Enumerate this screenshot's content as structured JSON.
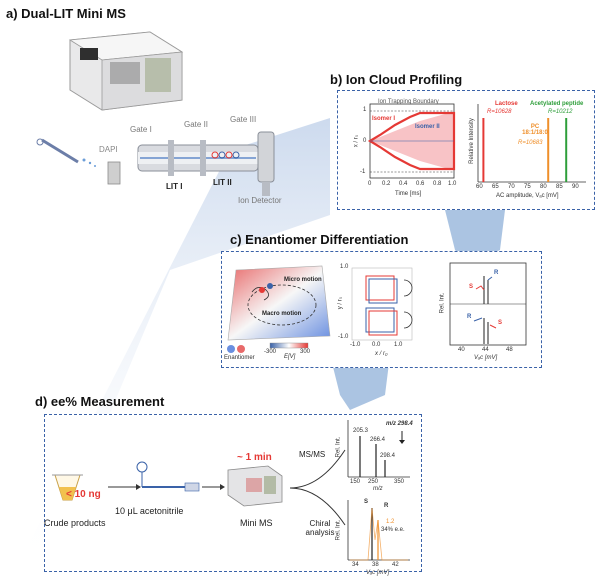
{
  "sections": {
    "a": {
      "title": "a) Dual-LIT Mini MS",
      "labels": {
        "dapi": "DAPI",
        "gate1": "Gate I",
        "gate2": "Gate II",
        "gate3": "Gate III",
        "lit1": "LIT I",
        "lit2": "LIT II",
        "detector": "Ion Detector"
      }
    },
    "b": {
      "title": "b) Ion Cloud Profiling",
      "left_plot": {
        "boundary_label": "Ion Trapping Boundary",
        "isomer1": "Isomer I",
        "isomer2": "Isomer II",
        "y_label": "x / r₀",
        "x_label": "Time [ms]",
        "x_ticks": [
          "0",
          "0.2",
          "0.4",
          "0.6",
          "0.8",
          "1.0"
        ],
        "y_ticks": [
          "1",
          "0",
          "-1"
        ]
      },
      "right_plot": {
        "y_label": "Relative Intensity",
        "x_label": "AC amplitude, Vₐc [mV]",
        "x_ticks": [
          "60",
          "65",
          "70",
          "75",
          "80",
          "85",
          "90"
        ],
        "peaks": [
          {
            "name": "Lactose",
            "r_label": "R=10628",
            "color": "#e53935",
            "x": 61.5
          },
          {
            "name": "PC 18:1/18:0",
            "r_label": "R=10683",
            "color": "#ef8f2a",
            "x": 79.5
          },
          {
            "name": "Acetylated peptide",
            "r_label": "R=10212",
            "color": "#2e9e3a",
            "x": 84.5
          }
        ]
      }
    },
    "c": {
      "title": "c) Enantiomer Differentiation",
      "motion_labels": {
        "micro": "Micro motion",
        "macro": "Macro motion",
        "enantiomer": "Enantiomer"
      },
      "colorbar": {
        "min": "-300",
        "max": "300",
        "unit": "E[V]"
      },
      "orbit_plot": {
        "y_label": "y / r₀",
        "x_label": "x / r₀",
        "ticks": [
          "-1.0",
          "0.0",
          "1.0"
        ]
      },
      "spectrum": {
        "y_label": "Rel. Int.",
        "x_label": "Vₐc [mV]",
        "x_ticks": [
          "40",
          "44",
          "48"
        ],
        "top": {
          "S": "S",
          "R": "R"
        },
        "bottom": {
          "S": "S",
          "R": "R"
        }
      }
    },
    "d": {
      "title": "d) ee% Measurement",
      "amount": "< 10 ng",
      "sample": "Crude products",
      "solvent": "10 μL acetonitrile",
      "time": "~ 1 min",
      "instrument": "Mini MS",
      "msms": "MS/MS",
      "chiral": "Chiral analysis",
      "msms_plot": {
        "y_label": "Rel. Int.",
        "x_label": "m/z",
        "x_ticks": [
          "150",
          "250",
          "350"
        ],
        "peaks": [
          "205.3",
          "266.4",
          "298.4"
        ],
        "precursor": "m/z 298.4"
      },
      "chiral_plot": {
        "y_label": "Rel. Int.",
        "x_label": "Vₐc [mV]",
        "x_ticks": [
          "34",
          "38",
          "42"
        ],
        "S": "S",
        "R": "R",
        "ratio": "1.2",
        "ee": "34% e.e."
      }
    }
  },
  "colors": {
    "panel_border": "#3a62a8",
    "red": "#e53935",
    "blue": "#3a62a8",
    "orange": "#ef8f2a",
    "green": "#2e9e3a"
  }
}
